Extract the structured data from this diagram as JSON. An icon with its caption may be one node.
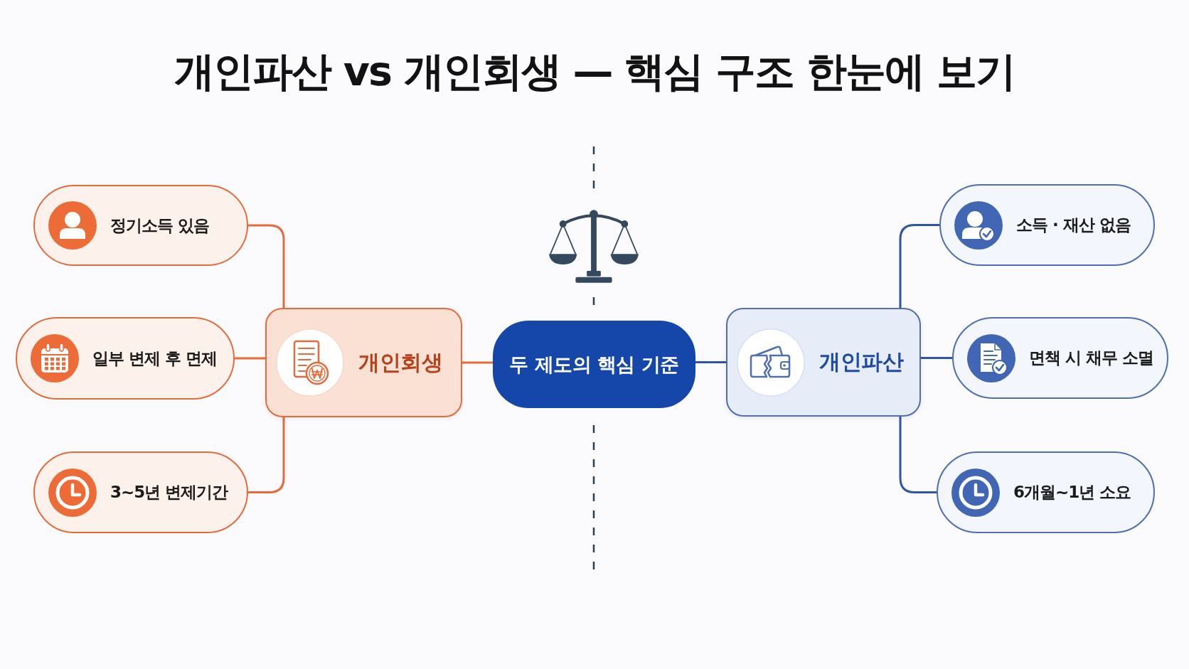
{
  "diagram": {
    "title": "개인파산 vs 개인회생 — 핵심 구조 한눈에 보기",
    "nodes": [
      {
        "text": [
          "정기소득 있음"
        ]
      },
      {
        "text": [
          "소득 · 재산 없음"
        ]
      },
      {
        "text": [
          "일부 변제 후 면제"
        ]
      },
      {
        "text": [
          "개인회생"
        ]
      },
      {
        "text": [
          "두 제도의 핵심 기준"
        ]
      },
      {
        "text": [
          "개인파산"
        ]
      },
      {
        "text": [
          "면책 시 채무 소멸"
        ]
      },
      {
        "text": [
          "3~5년 변제기간"
        ]
      },
      {
        "text": [
          "6개월~1년 소요"
        ]
      }
    ],
    "edges": [
      {
        "from": 4,
        "to": 3,
        "arrow": "none",
        "color": "#e8693a"
      },
      {
        "from": 4,
        "to": 5,
        "arrow": "none",
        "color": "#2f55a8"
      },
      {
        "from": 3,
        "to": 0,
        "arrow": "none",
        "color": "#e8693a"
      },
      {
        "from": 3,
        "to": 2,
        "arrow": "none",
        "color": "#e8693a"
      },
      {
        "from": 3,
        "to": 7,
        "arrow": "none",
        "color": "#e8693a"
      },
      {
        "from": 5,
        "to": 1,
        "arrow": "none",
        "color": "#2f55a8"
      },
      {
        "from": 5,
        "to": 6,
        "arrow": "none",
        "color": "#2f55a8"
      },
      {
        "from": 5,
        "to": 8,
        "arrow": "none",
        "color": "#2f55a8"
      }
    ]
  }
}
